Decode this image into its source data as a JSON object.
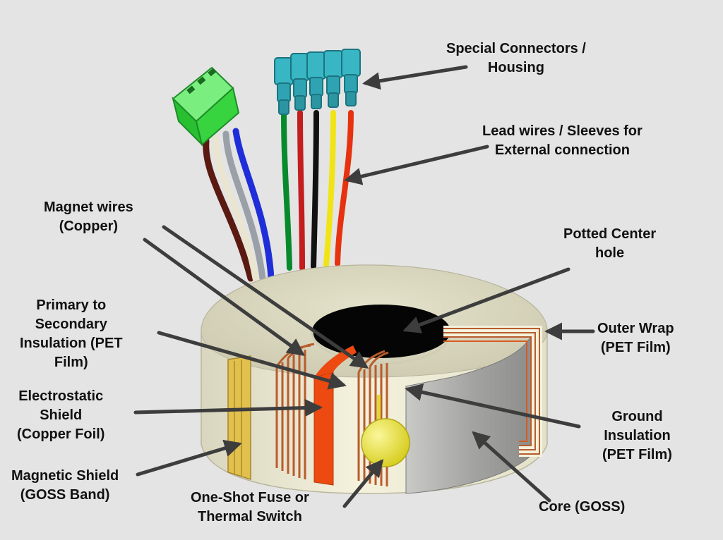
{
  "labels": {
    "special_connectors": "Special Connectors /\nHousing",
    "lead_wires": "Lead wires / Sleeves for\nExternal connection",
    "magnet_wires": "Magnet wires\n(Copper)",
    "potted_center": "Potted Center\nhole",
    "primary_secondary": "Primary to\nSecondary\nInsulation (PET\nFilm)",
    "outer_wrap": "Outer Wrap\n(PET Film)",
    "electrostatic_shield": "Electrostatic\nShield\n(Copper Foil)",
    "ground_insulation": "Ground\nInsulation\n(PET Film)",
    "magnetic_shield": "Magnetic Shield\n(GOSS Band)",
    "fuse": "One-Shot Fuse or\nThermal Switch",
    "core": "Core (GOSS)"
  },
  "colors": {
    "background": "#e4e4e4",
    "pet_film": "#f2efd9",
    "core_grey": "#a0a0a0",
    "copper": "#b85c2c",
    "orange_band": "#ec4a10",
    "connector_teal": "#2fa3b1",
    "connector_green": "#37d43f",
    "fuse_yellow": "#f0ea45",
    "arrow": "#3d3d3d"
  },
  "wire_colors": [
    "#078a2c",
    "#c41d1d",
    "#111111",
    "#f1e416",
    "#e6320f"
  ],
  "connector_wire_colors": [
    "#5a1a12",
    "#e9e5d0",
    "#9aa0a8",
    "#1f2ed8"
  ]
}
